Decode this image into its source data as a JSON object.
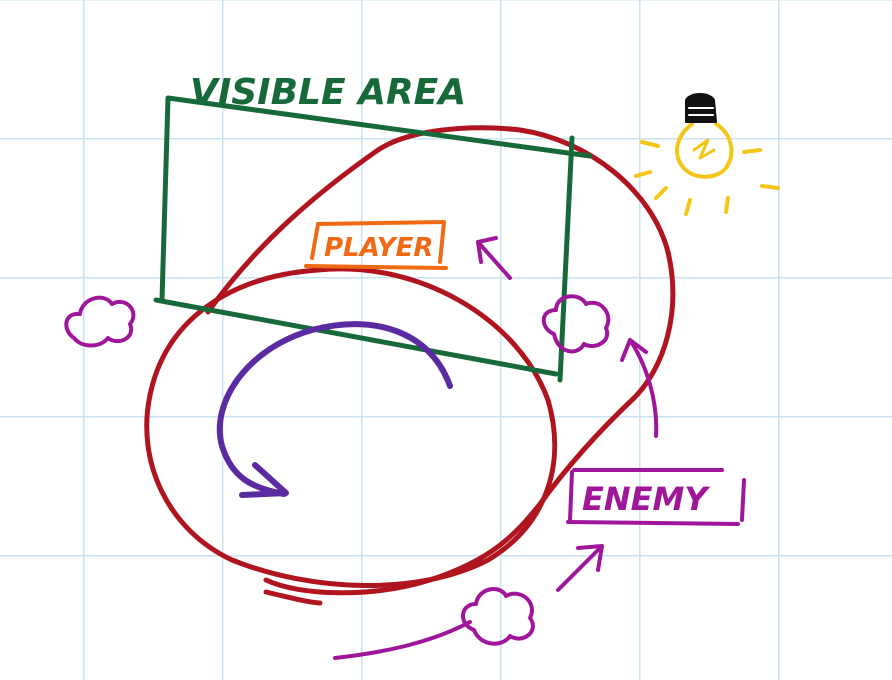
{
  "labels": {
    "visible_area": "VISIBLE AREA",
    "player": "PLAYER",
    "enemy": "ENEMY"
  },
  "colors": {
    "grid": "#c9e3f3",
    "visible_area": "#17693a",
    "track": "#b0151f",
    "player": "#f06a14",
    "enemy": "#a0169a",
    "rotation_arrow": "#5a2aa0",
    "light": "#f5c518",
    "bulb_base": "#111111"
  },
  "icons": {
    "light": "lightbulb-icon",
    "cloud": "cloud-icon"
  }
}
